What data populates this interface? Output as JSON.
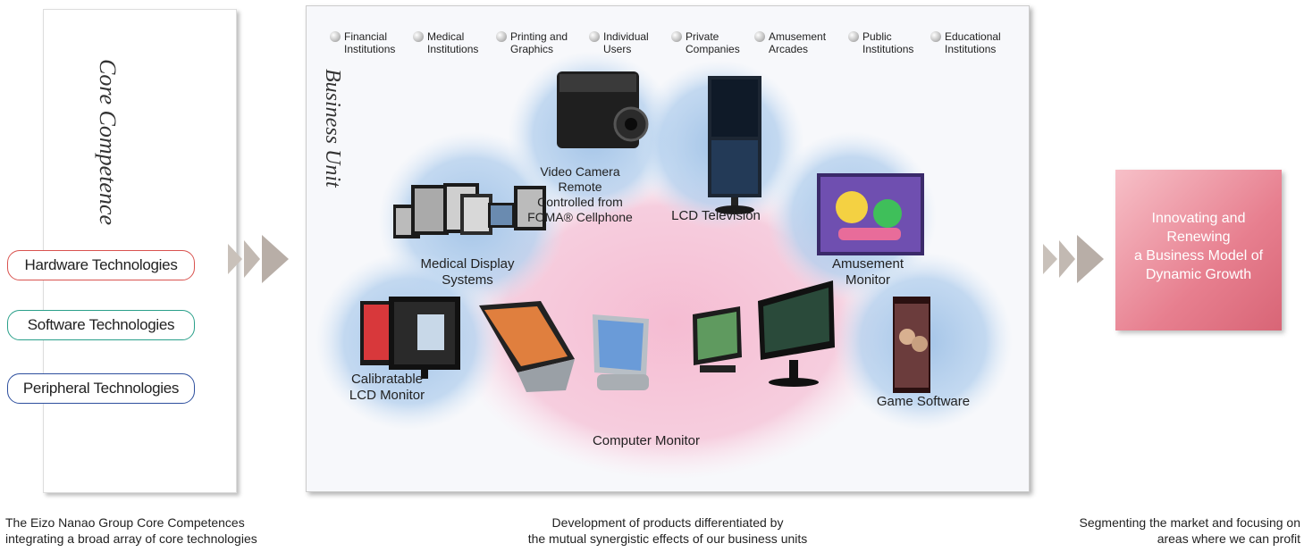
{
  "core": {
    "title": "Core Competence",
    "technologies": [
      {
        "label": "Hardware Technologies",
        "color": "#d9534f"
      },
      {
        "label": "Software Technologies",
        "color": "#2aa08a"
      },
      {
        "label": "Peripheral Technologies",
        "color": "#2d4f9e"
      }
    ],
    "caption_line1": "The Eizo Nanao Group Core Competences",
    "caption_line2": "integrating a broad array of core technologies"
  },
  "business": {
    "title": "Business Unit",
    "markets": [
      {
        "line1": "Financial",
        "line2": "Institutions"
      },
      {
        "line1": "Medical",
        "line2": "Institutions"
      },
      {
        "line1": "Printing and",
        "line2": "Graphics"
      },
      {
        "line1": "Individual",
        "line2": "Users"
      },
      {
        "line1": "Private",
        "line2": "Companies"
      },
      {
        "line1": "Amusement",
        "line2": "Arcades"
      },
      {
        "line1": "Public",
        "line2": "Institutions"
      },
      {
        "line1": "Educational",
        "line2": "Institutions"
      }
    ],
    "units": {
      "video_camera": {
        "line1": "Video Camera Remote",
        "line2": "Controlled from",
        "line3": "FOMA® Cellphone"
      },
      "lcd_tv": "LCD Television",
      "medical": {
        "line1": "Medical Display",
        "line2": "Systems"
      },
      "amusement": {
        "line1": "Amusement",
        "line2": "Monitor"
      },
      "calibratable": {
        "line1": "Calibratable",
        "line2": "LCD Monitor"
      },
      "game": "Game Software",
      "computer": "Computer Monitor"
    },
    "caption_line1": "Development of products differentiated by",
    "caption_line2": "the mutual synergistic effects of our business units"
  },
  "result": {
    "line1": "Innovating and",
    "line2": "Renewing",
    "line3": "a Business Model of",
    "line4": "Dynamic Growth",
    "caption_line1": "Segmenting the market and focusing on",
    "caption_line2": "areas where we can profit"
  },
  "colors": {
    "bubble_blue": "#b9d3ec",
    "bubble_pink": "#f5c6d8",
    "arrow_gray": "#bdb4ad",
    "result_red": "#e07e8e"
  }
}
